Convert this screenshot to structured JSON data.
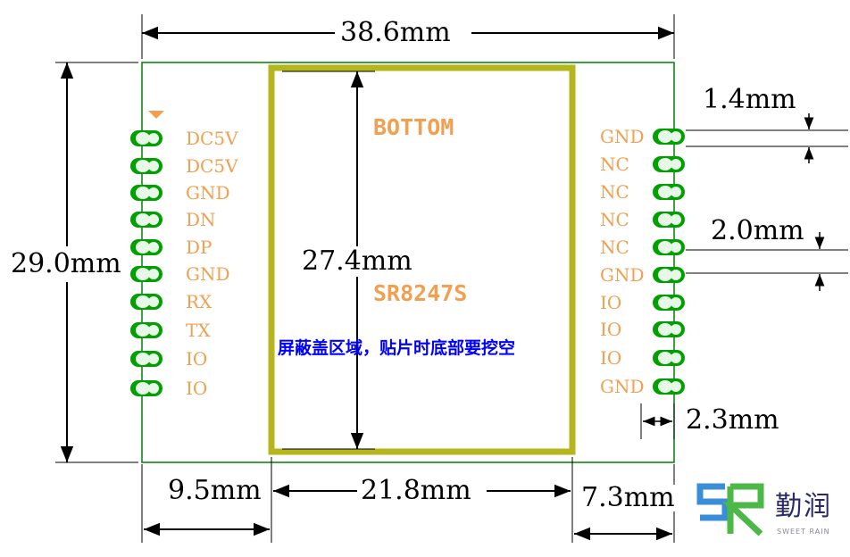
{
  "dimensions": {
    "width_total": "38.6mm",
    "height_total": "29.0mm",
    "shield_height": "27.4mm",
    "pin_pitch": "1.4mm",
    "pin_gap": "2.0mm",
    "pad_offset": "2.3mm",
    "left_margin": "9.5mm",
    "shield_width": "21.8mm",
    "right_margin": "7.3mm"
  },
  "chip": {
    "side": "BOTTOM",
    "model": "SR8247S",
    "note": "屏蔽盖区域，贴片时底部要挖空"
  },
  "left_pins": [
    "DC5V",
    "DC5V",
    "GND",
    "DN",
    "DP",
    "GND",
    "RX",
    "TX",
    "IO",
    "IO"
  ],
  "right_pins": [
    "GND",
    "NC",
    "NC",
    "NC",
    "NC",
    "GND",
    "IO",
    "IO",
    "IO",
    "GND"
  ],
  "logo": {
    "cn": "勤润",
    "en": "SWEET RAIN"
  },
  "colors": {
    "board_outline": "#008000",
    "pad": "#00a000",
    "shield": "#b5b51e",
    "pin_label": "#f0a050",
    "note": "#0000ff",
    "logo_blue": "#3a8ed8",
    "logo_green": "#4cb848"
  }
}
